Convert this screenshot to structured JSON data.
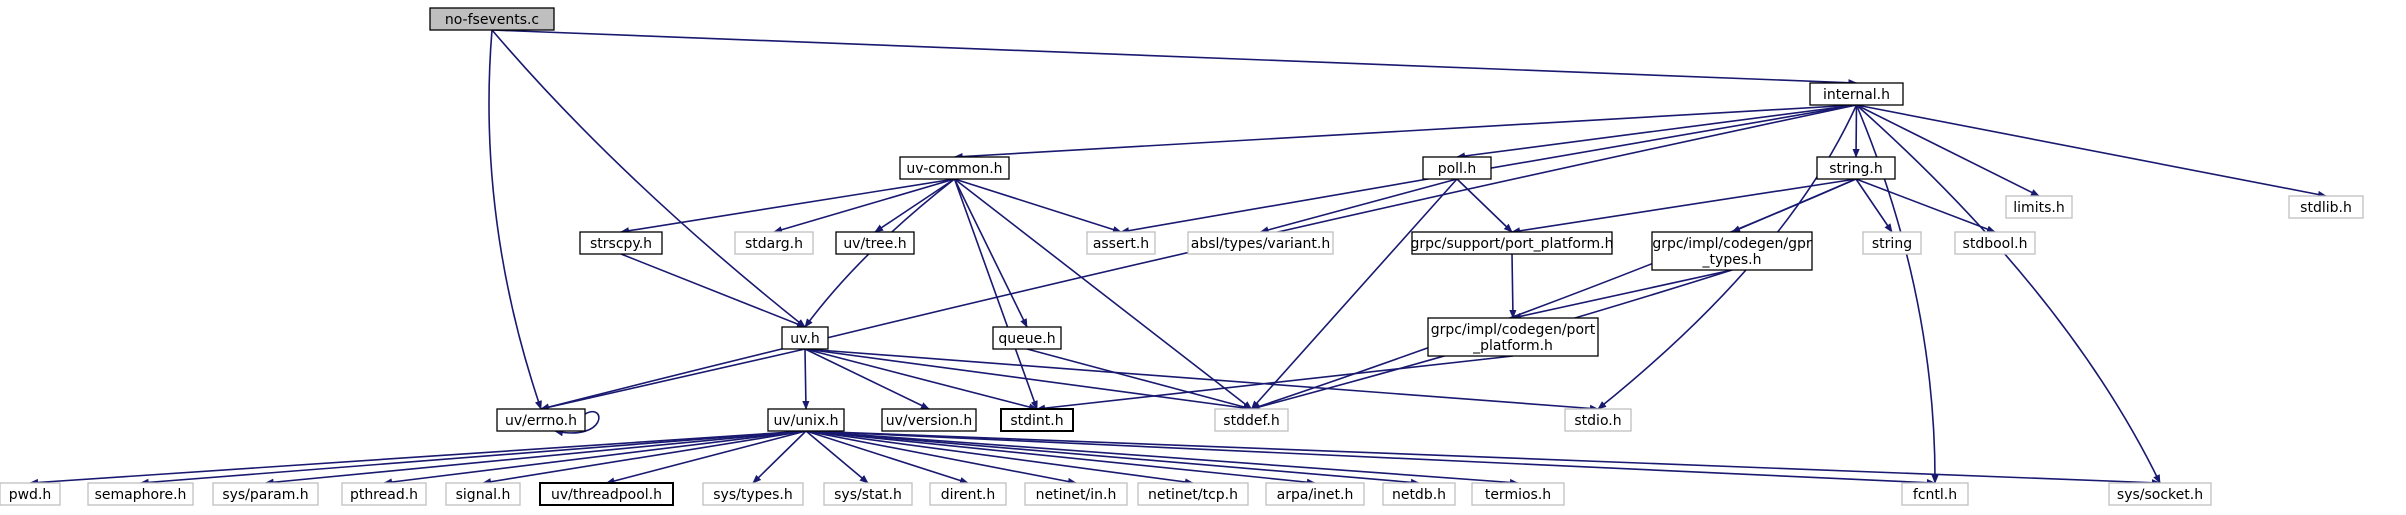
{
  "colors": {
    "edge": "#191970",
    "root_fill": "#bfbfbf",
    "external_border": "#bfbfbf",
    "node_border": "#000000"
  },
  "nodes": {
    "no_fsevents_c": {
      "lines": [
        "no-fsevents.c"
      ]
    },
    "internal_h": {
      "lines": [
        "internal.h"
      ]
    },
    "uv_common_h": {
      "lines": [
        "uv-common.h"
      ]
    },
    "poll_h": {
      "lines": [
        "poll.h"
      ]
    },
    "string_h": {
      "lines": [
        "string.h"
      ]
    },
    "limits_h": {
      "lines": [
        "limits.h"
      ]
    },
    "stdlib_h": {
      "lines": [
        "stdlib.h"
      ]
    },
    "strscpy_h": {
      "lines": [
        "strscpy.h"
      ]
    },
    "stdarg_h": {
      "lines": [
        "stdarg.h"
      ]
    },
    "uv_tree_h": {
      "lines": [
        "uv/tree.h"
      ]
    },
    "assert_h": {
      "lines": [
        "assert.h"
      ]
    },
    "absl_variant_h": {
      "lines": [
        "absl/types/variant.h"
      ]
    },
    "grpc_port_platform_h": {
      "lines": [
        "grpc/support/port_platform.h"
      ]
    },
    "gpr_types_h": {
      "lines": [
        "grpc/impl/codegen/gpr",
        "_types.h"
      ]
    },
    "string_ext": {
      "lines": [
        "string"
      ]
    },
    "stdbool_h": {
      "lines": [
        "stdbool.h"
      ]
    },
    "uv_h": {
      "lines": [
        "uv.h"
      ]
    },
    "queue_h": {
      "lines": [
        "queue.h"
      ]
    },
    "codegen_port_platform_h": {
      "lines": [
        "grpc/impl/codegen/port",
        "_platform.h"
      ]
    },
    "uv_errno_h": {
      "lines": [
        "uv/errno.h"
      ]
    },
    "uv_unix_h": {
      "lines": [
        "uv/unix.h"
      ]
    },
    "uv_version_h": {
      "lines": [
        "uv/version.h"
      ]
    },
    "stdint_h": {
      "lines": [
        "stdint.h"
      ]
    },
    "stddef_h": {
      "lines": [
        "stddef.h"
      ]
    },
    "stdio_h": {
      "lines": [
        "stdio.h"
      ]
    },
    "pwd_h": {
      "lines": [
        "pwd.h"
      ]
    },
    "semaphore_h": {
      "lines": [
        "semaphore.h"
      ]
    },
    "sys_param_h": {
      "lines": [
        "sys/param.h"
      ]
    },
    "pthread_h": {
      "lines": [
        "pthread.h"
      ]
    },
    "signal_h": {
      "lines": [
        "signal.h"
      ]
    },
    "uv_threadpool_h": {
      "lines": [
        "uv/threadpool.h"
      ]
    },
    "sys_types_h": {
      "lines": [
        "sys/types.h"
      ]
    },
    "sys_stat_h": {
      "lines": [
        "sys/stat.h"
      ]
    },
    "dirent_h": {
      "lines": [
        "dirent.h"
      ]
    },
    "netinet_in_h": {
      "lines": [
        "netinet/in.h"
      ]
    },
    "netinet_tcp_h": {
      "lines": [
        "netinet/tcp.h"
      ]
    },
    "arpa_inet_h": {
      "lines": [
        "arpa/inet.h"
      ]
    },
    "netdb_h": {
      "lines": [
        "netdb.h"
      ]
    },
    "termios_h": {
      "lines": [
        "termios.h"
      ]
    },
    "fcntl_h": {
      "lines": [
        "fcntl.h"
      ]
    },
    "sys_socket_h": {
      "lines": [
        "sys/socket.h"
      ]
    }
  }
}
